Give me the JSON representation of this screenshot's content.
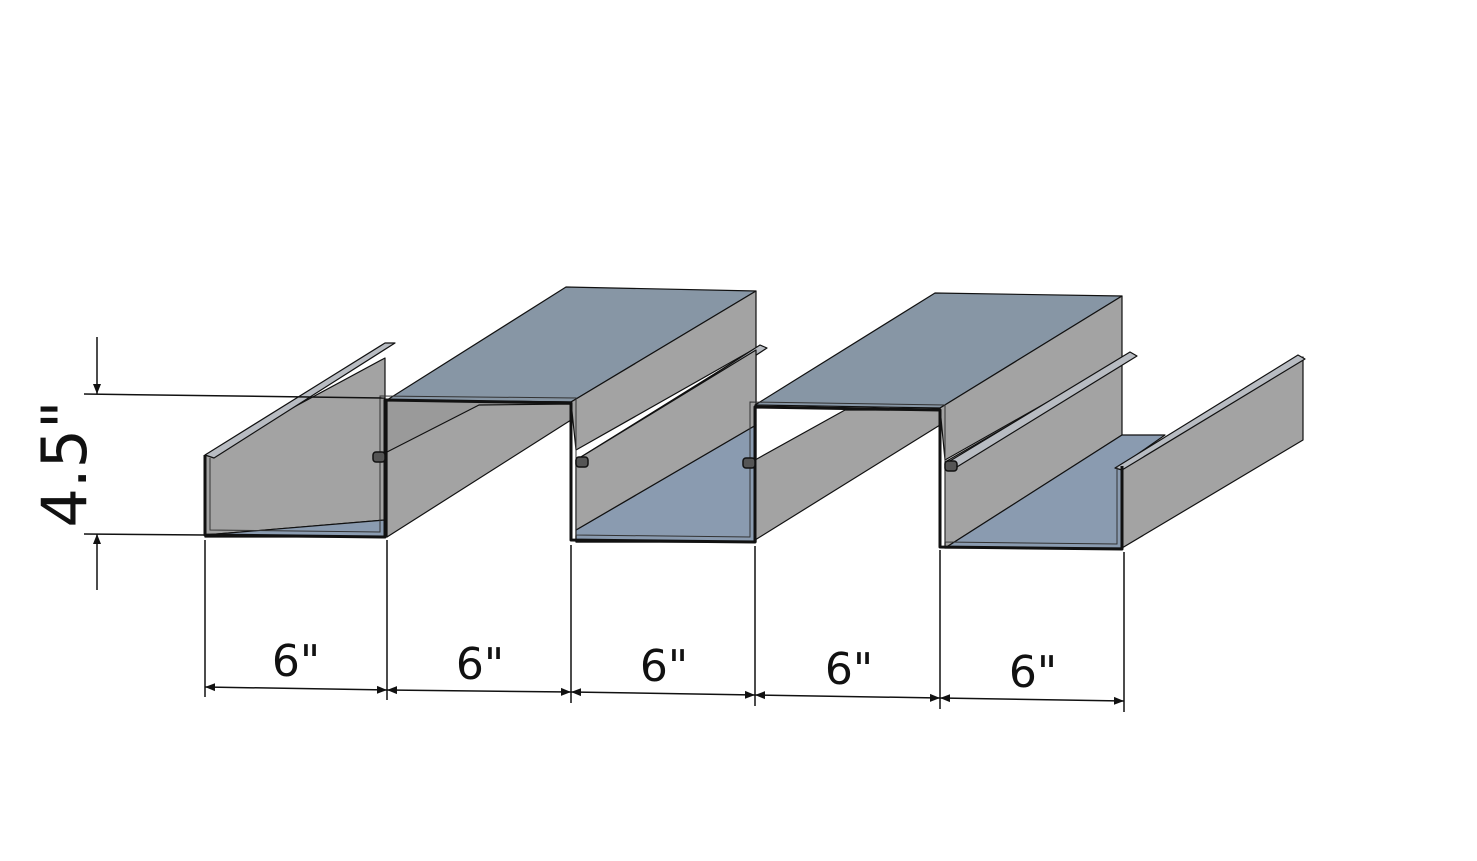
{
  "colors": {
    "background": "#ffffff",
    "top_face": "#8796a5",
    "bottom_face": "#8a9bb0",
    "wall_face": "#a3a3a3",
    "wall_face_dark": "#9a9a9a",
    "lip": "#b8bcc2",
    "edge": "#111111"
  },
  "dimensions": {
    "height_label": "4.5\"",
    "width_labels": [
      "6\"",
      "6\"",
      "6\"",
      "6\"",
      "6\""
    ]
  }
}
